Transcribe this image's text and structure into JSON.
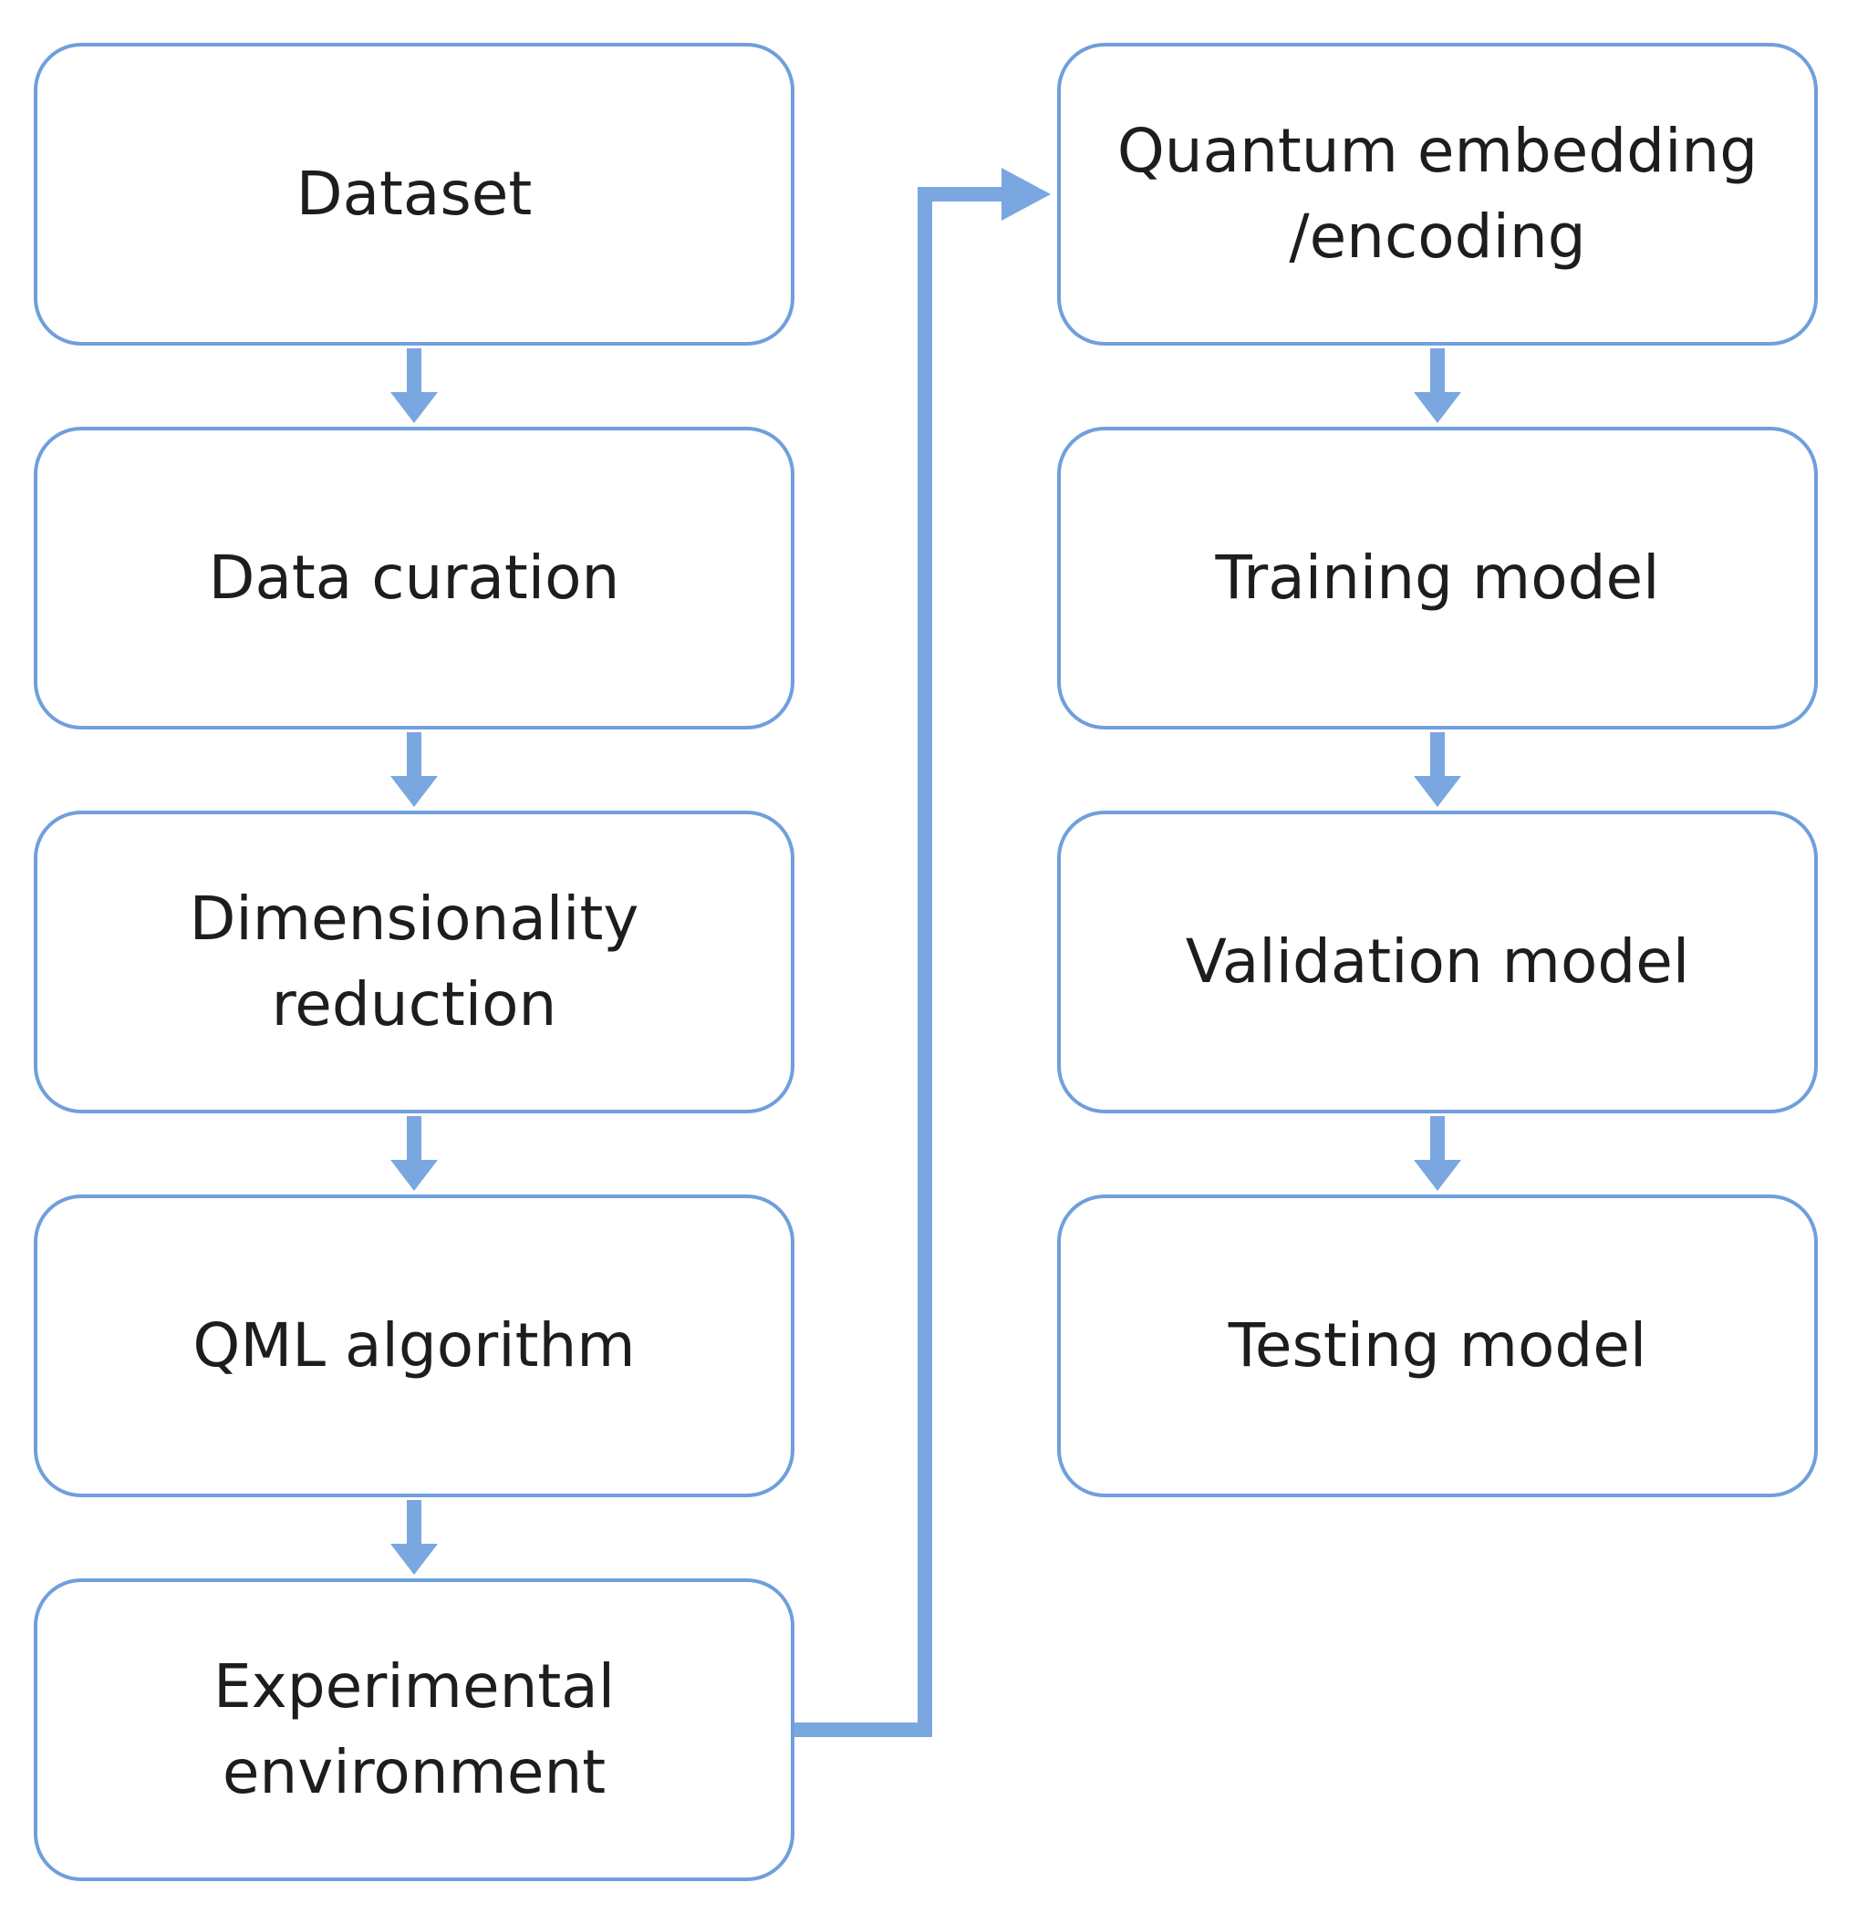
{
  "diagram": {
    "colors": {
      "box_border": "#6f9fdc",
      "connector": "#7ba7e0",
      "text": "#1d1d1d"
    },
    "steps": [
      {
        "id": "dataset",
        "label": "Dataset"
      },
      {
        "id": "data-curation",
        "label": "Data curation"
      },
      {
        "id": "dimensionality-reduction",
        "label": "Dimensionality\nreduction"
      },
      {
        "id": "qml-algorithm",
        "label": "QML algorithm"
      },
      {
        "id": "experimental-environment",
        "label": "Experimental\nenvironment"
      },
      {
        "id": "quantum-embedding",
        "label": "Quantum embedding\n/encoding"
      },
      {
        "id": "training-model",
        "label": "Training model"
      },
      {
        "id": "validation-model",
        "label": "Validation model"
      },
      {
        "id": "testing-model",
        "label": "Testing model"
      }
    ],
    "connections": [
      {
        "from": "dataset",
        "to": "data-curation"
      },
      {
        "from": "data-curation",
        "to": "dimensionality-reduction"
      },
      {
        "from": "dimensionality-reduction",
        "to": "qml-algorithm"
      },
      {
        "from": "qml-algorithm",
        "to": "experimental-environment"
      },
      {
        "from": "experimental-environment",
        "to": "quantum-embedding"
      },
      {
        "from": "quantum-embedding",
        "to": "training-model"
      },
      {
        "from": "training-model",
        "to": "validation-model"
      },
      {
        "from": "validation-model",
        "to": "testing-model"
      }
    ]
  }
}
